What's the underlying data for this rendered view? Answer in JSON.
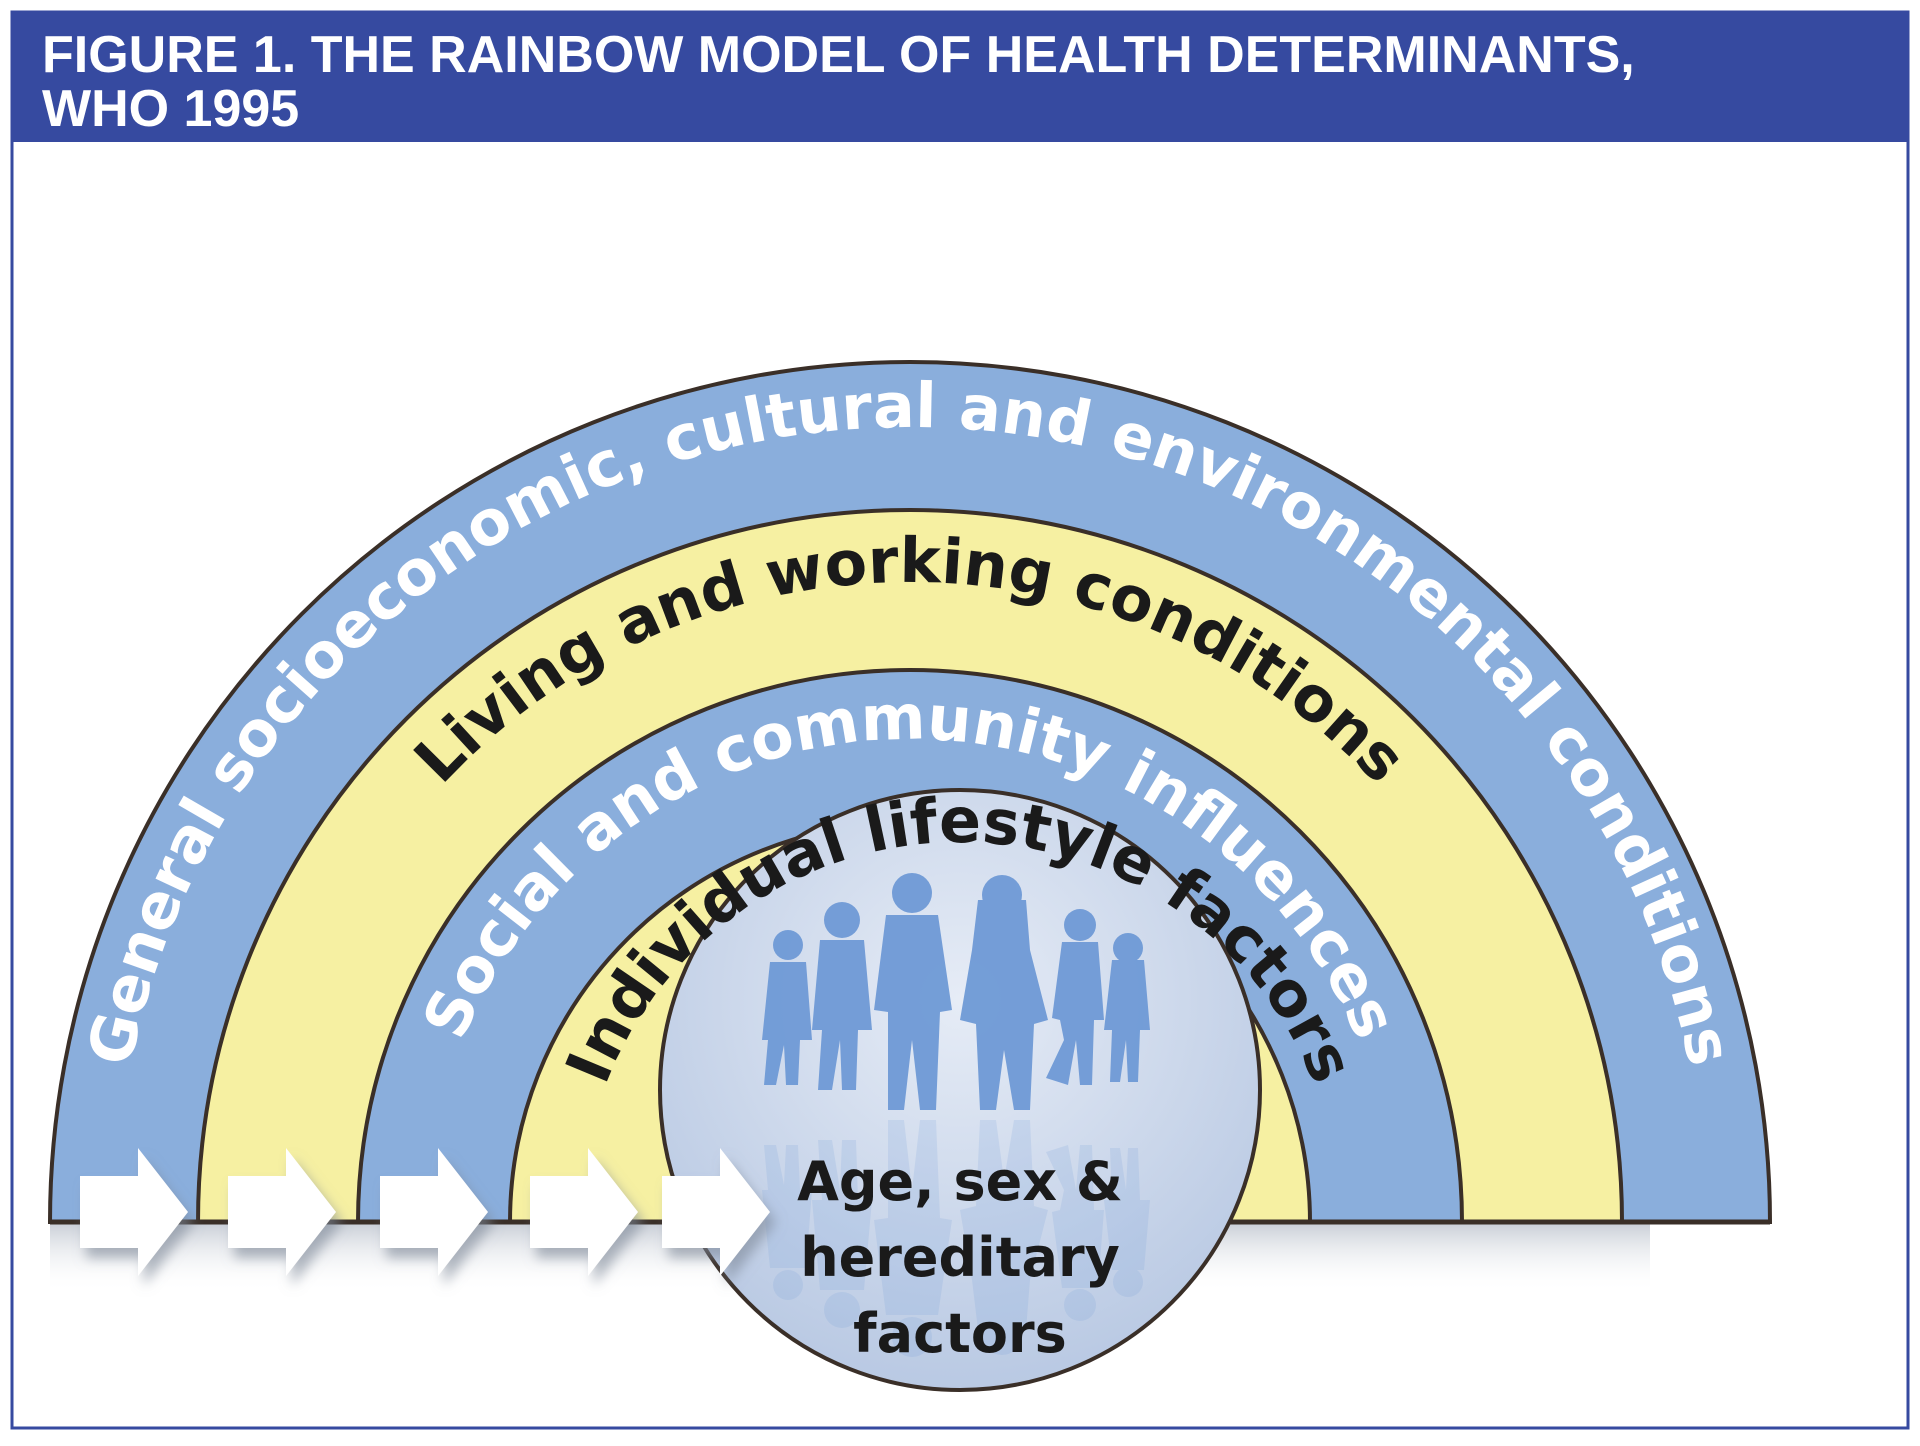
{
  "figure": {
    "title_line1": "FIGURE 1. THE RAINBOW MODEL OF HEALTH DETERMINANTS,",
    "title_line2": "WHO 1995"
  },
  "layers": {
    "general": "General socioeconomic, cultural and environmental conditions",
    "living": "Living and working conditions",
    "social": "Social and community influences",
    "individual": "Individual lifestyle factors"
  },
  "core": {
    "line1": "Age, sex &",
    "line2": "hereditary",
    "line3": "factors"
  },
  "colors": {
    "header_bg": "#364aa0",
    "blue_band": "#8aaedc",
    "yellow_band": "#f6f0a2",
    "core_circle": "#c9d6ea",
    "outline": "#3a2f28",
    "blue_text": "#ffffff",
    "yellow_text": "#1a1a1a",
    "silhouettes": "#6f9ad6",
    "arrows": "#ffffff"
  },
  "icons": {
    "arrows": "right-arrow-icon",
    "people": "people-silhouette-icon"
  }
}
